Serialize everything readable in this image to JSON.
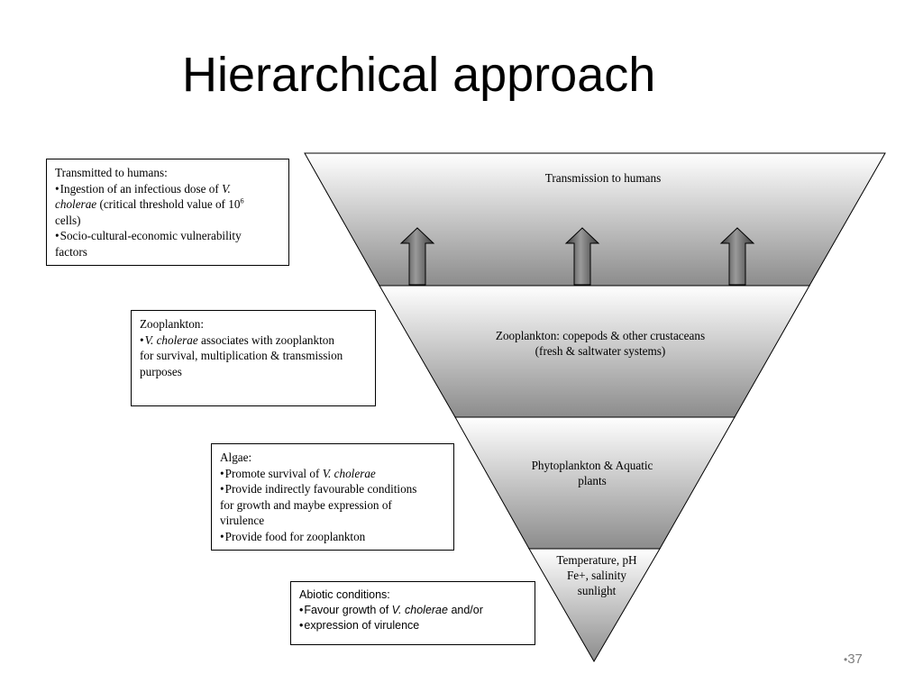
{
  "slide": {
    "title": "Hierarchical approach",
    "number": "37",
    "bullet_char": "•"
  },
  "pyramid": {
    "layers": [
      {
        "lines": [
          "Transmission to humans"
        ]
      },
      {
        "lines": [
          "Zooplankton: copepods & other crustaceans",
          "(fresh & saltwater systems)"
        ]
      },
      {
        "lines": [
          "Phytoplankton & Aquatic",
          "plants"
        ]
      },
      {
        "lines": [
          "Temperature, pH",
          "Fe+, salinity",
          "sunlight"
        ]
      }
    ],
    "arrow_count": 3
  },
  "boxes": [
    {
      "heading": "Transmitted to humans:",
      "bullets": [
        {
          "parts": [
            {
              "t": "Ingestion of an infectious dose of  "
            },
            {
              "t": "V.",
              "i": true
            }
          ]
        },
        {
          "cont": true,
          "parts": [
            {
              "t": "cholerae",
              "i": true
            },
            {
              "t": " (critical threshold value of 10"
            },
            {
              "t": "6",
              "sup": true
            }
          ]
        },
        {
          "cont": true,
          "parts": [
            {
              "t": "cells)"
            }
          ]
        },
        {
          "parts": [
            {
              "t": "Socio-cultural-economic vulnerability"
            }
          ]
        },
        {
          "cont": true,
          "parts": [
            {
              "t": "factors"
            }
          ]
        }
      ]
    },
    {
      "heading": "Zooplankton:",
      "bullets": [
        {
          "parts": [
            {
              "t": "V. cholerae",
              "i": true
            },
            {
              "t": " associates with zooplankton"
            }
          ]
        },
        {
          "cont": true,
          "parts": [
            {
              "t": "for survival, multiplication & transmission"
            }
          ]
        },
        {
          "cont": true,
          "parts": [
            {
              "t": "purposes"
            }
          ]
        }
      ]
    },
    {
      "heading": "Algae:",
      "bullets": [
        {
          "parts": [
            {
              "t": "Promote survival of "
            },
            {
              "t": "V. cholerae",
              "i": true
            }
          ]
        },
        {
          "parts": [
            {
              "t": "Provide indirectly favourable conditions"
            }
          ]
        },
        {
          "cont": true,
          "parts": [
            {
              "t": "for growth and maybe expression of"
            }
          ]
        },
        {
          "cont": true,
          "parts": [
            {
              "t": "virulence"
            }
          ]
        },
        {
          "parts": [
            {
              "t": "Provide food for zooplankton"
            }
          ]
        }
      ]
    },
    {
      "heading": "Abiotic conditions:",
      "bullets": [
        {
          "parts": [
            {
              "t": "Favour growth of "
            },
            {
              "t": "V. cholerae",
              "i": true
            },
            {
              "t": " and/or"
            }
          ]
        },
        {
          "parts": [
            {
              "t": "expression of virulence"
            }
          ]
        }
      ]
    }
  ]
}
